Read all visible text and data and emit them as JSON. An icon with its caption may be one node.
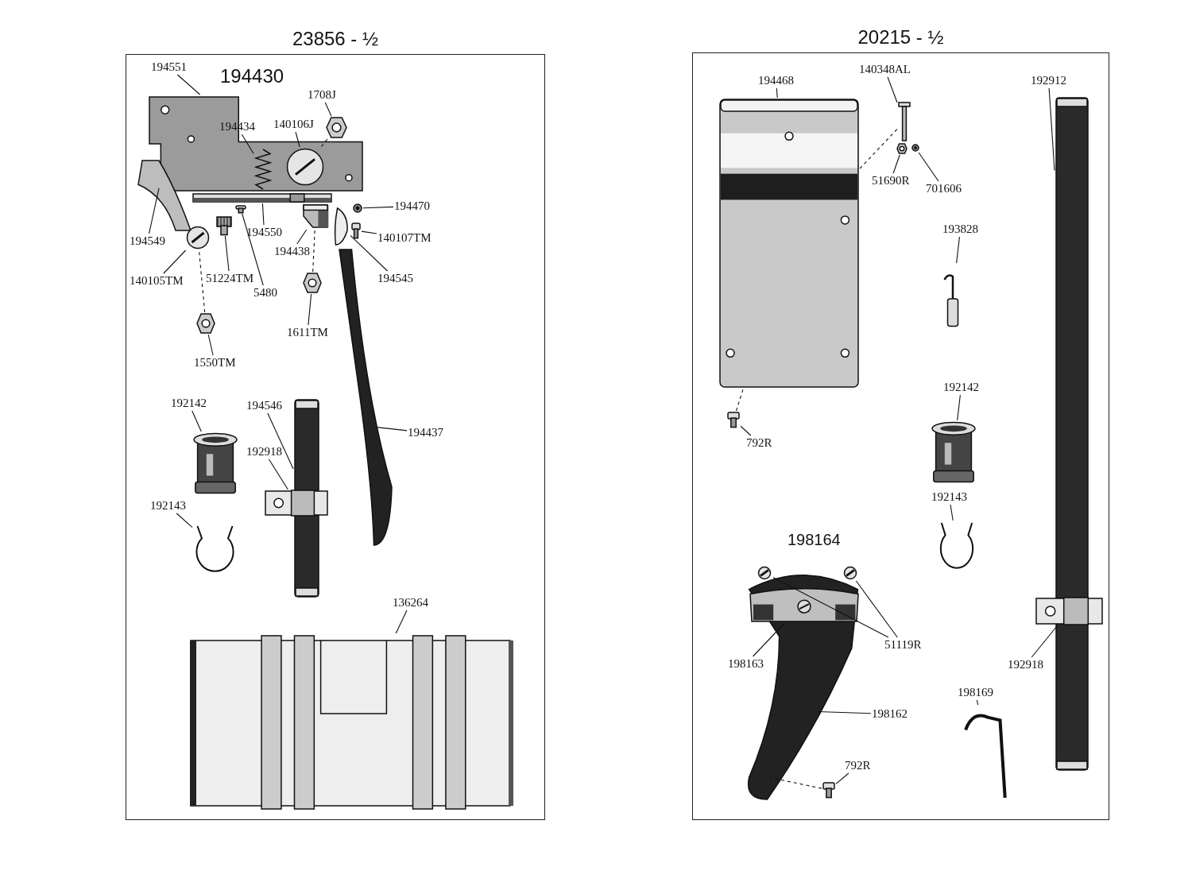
{
  "diagram": {
    "nodes": [
      {
        "text": [
          "23856 - ½"
        ]
      },
      {
        "text": [
          "194551"
        ],
        "in": 0
      },
      {
        "text": [
          "1708J"
        ],
        "in": 0
      },
      {
        "text": [
          "194434"
        ],
        "in": 22
      },
      {
        "text": [
          "140106J"
        ],
        "in": 22
      },
      {
        "text": [
          "194470"
        ],
        "in": 0
      },
      {
        "text": [
          "194549"
        ],
        "in": 0
      },
      {
        "text": [
          "194550"
        ],
        "in": 0
      },
      {
        "text": [
          "140107TM"
        ],
        "in": 0
      },
      {
        "text": [
          "194438"
        ],
        "in": 0
      },
      {
        "text": [
          "140105TM"
        ],
        "in": 0
      },
      {
        "text": [
          "51224TM"
        ],
        "in": 0
      },
      {
        "text": [
          "5480"
        ],
        "in": 0
      },
      {
        "text": [
          "194545"
        ],
        "in": 0
      },
      {
        "text": [
          "1611TM"
        ],
        "in": 0
      },
      {
        "text": [
          "1550TM"
        ],
        "in": 0
      },
      {
        "text": [
          "192142"
        ],
        "in": 0
      },
      {
        "text": [
          "194546"
        ],
        "in": 0
      },
      {
        "text": [
          "192918"
        ],
        "in": 0
      },
      {
        "text": [
          "194437"
        ],
        "in": 0
      },
      {
        "text": [
          "192143"
        ],
        "in": 0
      },
      {
        "text": [
          "136264"
        ],
        "in": 0
      },
      {
        "text": [],
        "shape": "picture",
        "in": 0
      },
      {
        "text": [],
        "shape": "picture",
        "in": 22
      },
      {
        "text": [],
        "shape": "picture",
        "in": 22
      },
      {
        "text": [],
        "shape": "picture",
        "in": 0
      },
      {
        "text": [],
        "shape": "picture",
        "in": 0
      },
      {
        "text": [],
        "shape": "picture",
        "in": 0
      },
      {
        "text": [],
        "shape": "picture",
        "in": 0
      },
      {
        "text": [],
        "shape": "picture",
        "in": 0
      },
      {
        "text": [],
        "shape": "picture",
        "in": 0
      },
      {
        "text": [],
        "shape": "picture",
        "in": 0
      },
      {
        "text": [],
        "shape": "picture",
        "in": 0
      },
      {
        "text": [],
        "shape": "picture",
        "in": 0
      },
      {
        "text": [],
        "shape": "picture",
        "in": 0
      },
      {
        "text": [],
        "shape": "picture",
        "in": 0
      },
      {
        "text": [],
        "shape": "picture",
        "in": 0
      },
      {
        "text": [],
        "shape": "picture",
        "in": 0
      },
      {
        "text": [],
        "shape": "picture",
        "in": 0
      },
      {
        "text": [],
        "shape": "picture",
        "in": 0
      },
      {
        "text": [],
        "shape": "picture",
        "in": 0
      },
      {
        "text": [],
        "shape": "picture",
        "in": 0
      },
      {
        "text": [],
        "shape": "picture",
        "in": 0
      },
      {
        "text": [
          "20215 - ½"
        ]
      },
      {
        "text": [
          "194468"
        ],
        "in": 43
      },
      {
        "text": [
          "140348AL"
        ],
        "in": 43
      },
      {
        "text": [
          "192912"
        ],
        "in": 43
      },
      {
        "text": [
          "51690R"
        ],
        "in": 43
      },
      {
        "text": [
          "701606"
        ],
        "in": 43
      },
      {
        "text": [
          "193828"
        ],
        "in": 43
      },
      {
        "text": [
          "192142"
        ],
        "in": 43
      },
      {
        "text": [
          "792R"
        ],
        "in": 43
      },
      {
        "text": [
          "192143"
        ],
        "in": 43
      },
      {
        "text": [
          "198163"
        ],
        "in": 43
      },
      {
        "text": [
          "51119R"
        ],
        "in": 43
      },
      {
        "text": [
          "192918"
        ],
        "in": 43
      },
      {
        "text": [
          "198169"
        ],
        "in": 43
      },
      {
        "text": [
          "198162"
        ],
        "in": 43
      },
      {
        "text": [
          "792R"
        ],
        "in": 43
      },
      {
        "text": [],
        "shape": "picture",
        "in": 43
      },
      {
        "text": [],
        "shape": "picture",
        "in": 43
      },
      {
        "text": [],
        "shape": "picture",
        "in": 43
      },
      {
        "text": [],
        "shape": "picture",
        "in": 43
      },
      {
        "text": [],
        "shape": "picture",
        "in": 43
      },
      {
        "text": [],
        "shape": "picture",
        "in": 43
      },
      {
        "text": [],
        "shape": "picture",
        "in": 43
      },
      {
        "text": [],
        "shape": "picture",
        "in": 43
      },
      {
        "text": [],
        "shape": "picture",
        "in": 43
      },
      {
        "text": [],
        "shape": "picture",
        "in": 43
      },
      {
        "text": [],
        "shape": "picture",
        "in": 43
      },
      {
        "text": [],
        "shape": "picture",
        "in": 69
      },
      {
        "text": [],
        "shape": "picture",
        "in": 69
      },
      {
        "text": [],
        "shape": "picture",
        "in": 69
      },
      {
        "text": [],
        "shape": "picture",
        "in": 43
      },
      {
        "text": [],
        "shape": "picture",
        "in": 43
      }
    ],
    "edges": [
      {
        "from": 1,
        "to": 22,
        "arrow": "none"
      },
      {
        "from": 2,
        "to": 25,
        "arrow": "none"
      },
      {
        "from": 3,
        "to": 23,
        "arrow": "none"
      },
      {
        "from": 4,
        "to": 24,
        "arrow": "none"
      },
      {
        "from": 5,
        "to": 32,
        "arrow": "none"
      },
      {
        "from": 6,
        "to": 26,
        "arrow": "none"
      },
      {
        "from": 7,
        "to": 28,
        "arrow": "none"
      },
      {
        "from": 8,
        "to": 33,
        "arrow": "none"
      },
      {
        "from": 9,
        "to": 31,
        "arrow": "none"
      },
      {
        "from": 10,
        "to": 27,
        "arrow": "none"
      },
      {
        "from": 11,
        "to": 29,
        "arrow": "none"
      },
      {
        "from": 12,
        "to": 30,
        "arrow": "none"
      },
      {
        "from": 13,
        "to": 34,
        "arrow": "none"
      },
      {
        "from": 14,
        "to": 36,
        "arrow": "none"
      },
      {
        "from": 15,
        "to": 37,
        "arrow": "none"
      },
      {
        "from": 16,
        "to": 38,
        "arrow": "none"
      },
      {
        "from": 17,
        "to": 40,
        "arrow": "none"
      },
      {
        "from": 18,
        "to": 41,
        "arrow": "none"
      },
      {
        "from": 19,
        "to": 35,
        "arrow": "none"
      },
      {
        "from": 20,
        "to": 39,
        "arrow": "none"
      },
      {
        "from": 21,
        "to": 42,
        "arrow": "none"
      },
      {
        "from": 37,
        "to": 27,
        "arrow": "none",
        "style": "dashed"
      },
      {
        "from": 36,
        "to": 31,
        "arrow": "none",
        "style": "dashed"
      },
      {
        "from": 25,
        "to": 24,
        "arrow": "none",
        "style": "dashed"
      },
      {
        "from": 44,
        "to": 59,
        "arrow": "none"
      },
      {
        "from": 45,
        "to": 60,
        "arrow": "none"
      },
      {
        "from": 46,
        "to": 65,
        "arrow": "none"
      },
      {
        "from": 47,
        "to": 61,
        "arrow": "none"
      },
      {
        "from": 48,
        "to": 62,
        "arrow": "none"
      },
      {
        "from": 49,
        "to": 64,
        "arrow": "none"
      },
      {
        "from": 50,
        "to": 66,
        "arrow": "none"
      },
      {
        "from": 51,
        "to": 63,
        "arrow": "none"
      },
      {
        "from": 52,
        "to": 67,
        "arrow": "none"
      },
      {
        "from": 53,
        "to": 70,
        "arrow": "none"
      },
      {
        "from": 54,
        "to": 71,
        "arrow": "none"
      },
      {
        "from": 54,
        "to": 72,
        "arrow": "none"
      },
      {
        "from": 55,
        "to": 68,
        "arrow": "none"
      },
      {
        "from": 56,
        "to": 73,
        "arrow": "none"
      },
      {
        "from": 57,
        "to": 69,
        "arrow": "none"
      },
      {
        "from": 58,
        "to": 74,
        "arrow": "none"
      },
      {
        "from": 59,
        "to": 60,
        "arrow": "none",
        "style": "dashed"
      },
      {
        "from": 63,
        "to": 59,
        "arrow": "none",
        "style": "dashed"
      },
      {
        "from": 74,
        "to": 69,
        "arrow": "none",
        "style": "dashed"
      }
    ],
    "labels": [
      "194430",
      "198164"
    ]
  }
}
